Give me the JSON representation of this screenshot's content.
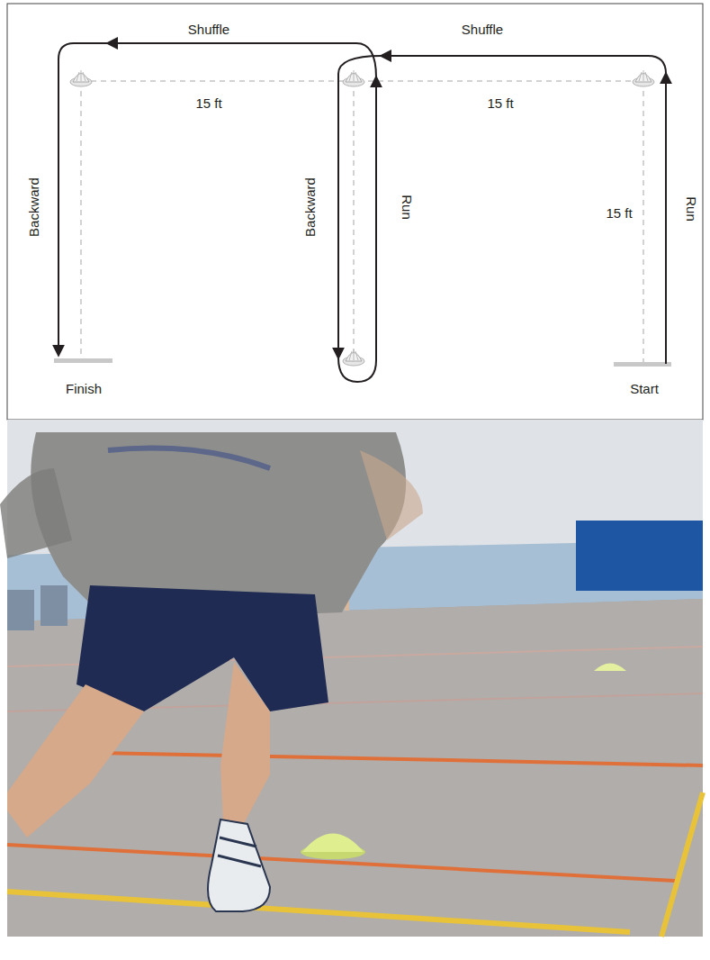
{
  "diagram": {
    "labels": [
      "Shuffle",
      "Shuffle",
      "15 ft",
      "15 ft",
      "Backward",
      "Backward",
      "Run",
      "15 ft",
      "Run",
      "Finish",
      "Start"
    ]
  }
}
